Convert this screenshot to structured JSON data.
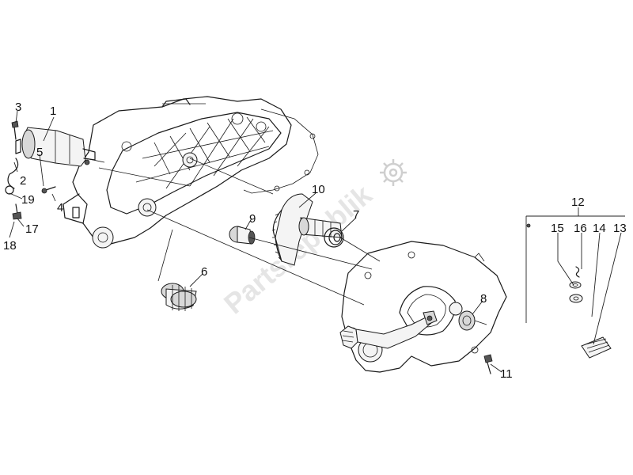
{
  "labels": {
    "p1": "1",
    "p2": "2",
    "p3": "3",
    "p4": "4",
    "p5": "5",
    "p6": "6",
    "p7": "7",
    "p8": "8",
    "p9": "9",
    "p10": "10",
    "p11": "11",
    "p12": "12",
    "p13": "13",
    "p14": "14",
    "p15": "15",
    "p16": "16",
    "p17": "17",
    "p18": "18",
    "p19": "19"
  },
  "watermark": {
    "text": "Partsrepublik",
    "icon": "gear-icon"
  },
  "colors": {
    "ink": "#1a1a1a",
    "watermark": "#d0d0d0"
  }
}
